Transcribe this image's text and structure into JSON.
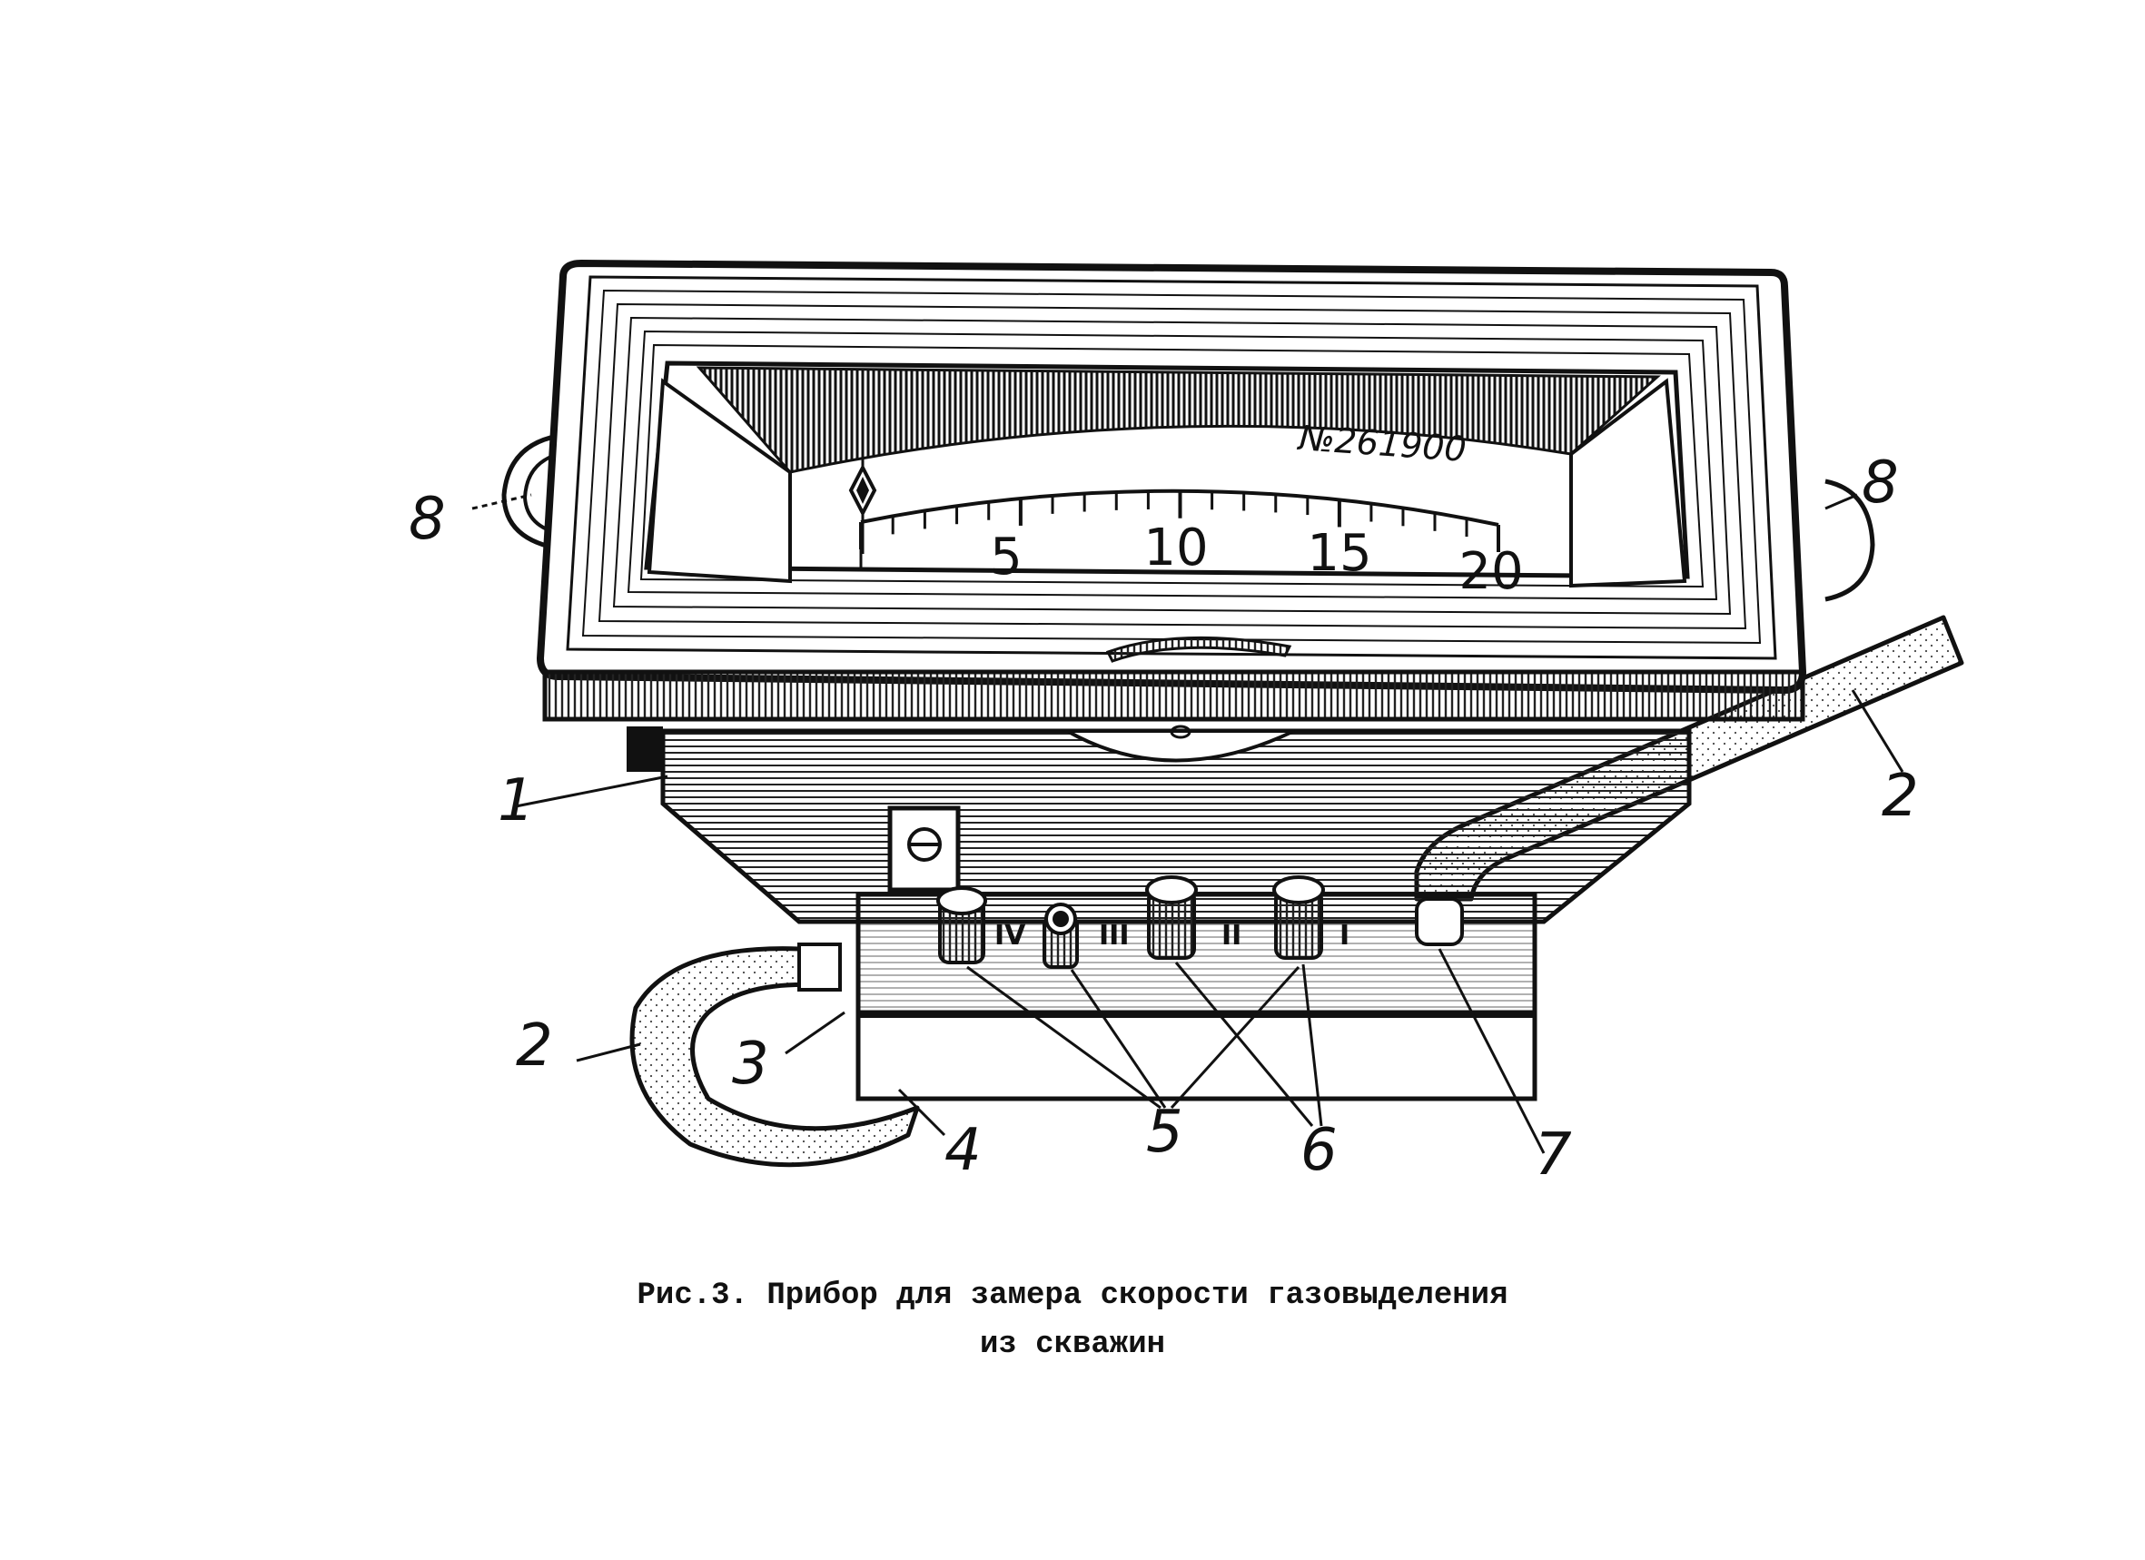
{
  "figure": {
    "serial_number": "№261900",
    "scale_ticks": [
      "5",
      "10",
      "15",
      "20"
    ],
    "switch_positions": [
      "IV",
      "III",
      "II",
      "I"
    ],
    "callouts": [
      "1",
      "2",
      "2",
      "3",
      "4",
      "5",
      "6",
      "7",
      "8",
      "8"
    ]
  },
  "caption": {
    "line1": "Рис.3. Прибор для замера скорости газовыделения",
    "line2": "из скважин"
  }
}
